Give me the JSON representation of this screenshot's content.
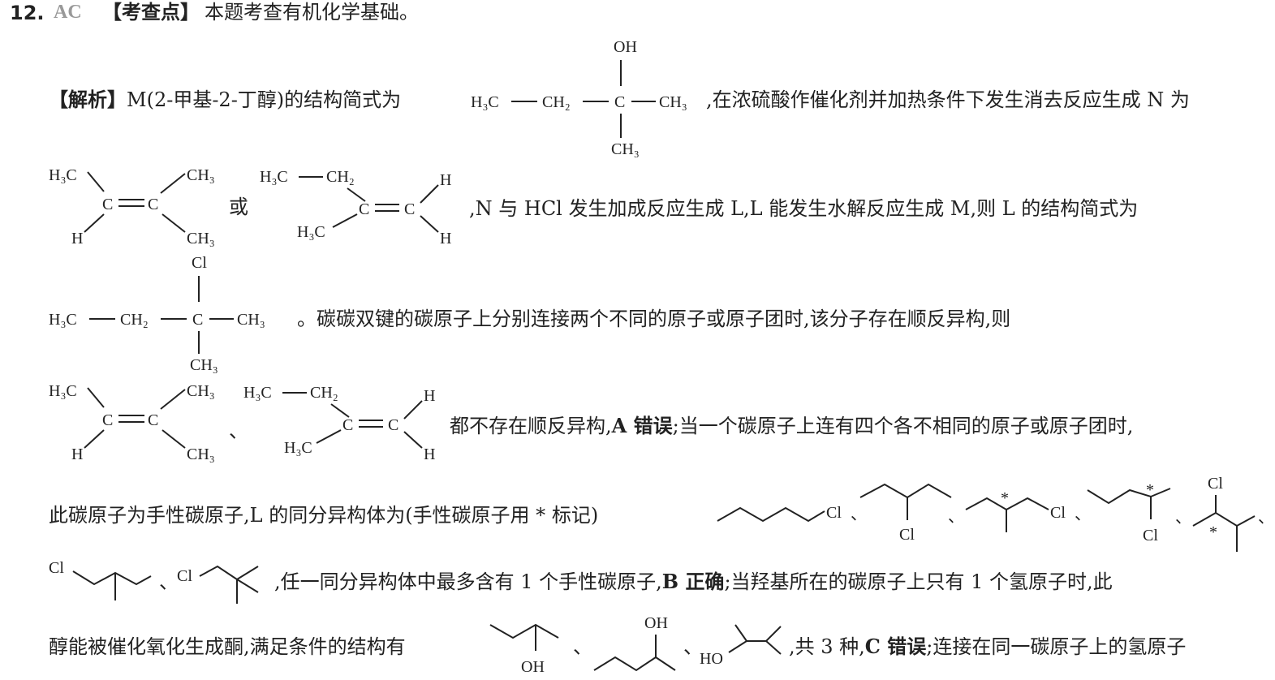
{
  "header": {
    "question_number": "12.",
    "answer": "AC",
    "kaochadian_label": "【考查点】",
    "kaochadian_text": "本题考查有机化学基础。"
  },
  "paragraph": {
    "jiexi_label": "【解析】",
    "line1_pre": "M(2-甲基-2-丁醇)的结构简式为",
    "line1_post": ",在浓硫酸作催化剂并加热条件下发生消去反应生成 N 为",
    "or_text": "或",
    "line2_post": ",N 与 HCl 发生加成反应生成 L,L 能发生水解反应生成 M,则 L 的结构简式为",
    "line3_post": "。碳碳双键的碳原子上分别连接两个不同的原子或原子团时,该分子存在顺反异构,则",
    "dun1": "、",
    "line4_a": "都不存在顺反异构,",
    "line4_a_bold": "A 错误",
    "line4_b": ";当一个碳原子上连有四个各不相同的原子或原子团时,",
    "line5_pre": "此碳原子为手性碳原子,L 的同分异构体为(手性碳原子用 * 标记)",
    "line6_post_a": ",任一同分异构体中最多含有 1 个手性碳原子,",
    "line6_bold": "B 正确",
    "line6_post_b": ";当羟基所在的碳原子上只有 1 个氢原子时,此",
    "line7_pre": "醇能被催化氧化生成酮,满足条件的结构有",
    "line7_post_a": ",共 3 种,",
    "line7_bold": "C 错误",
    "line7_post_b": ";连接在同一碳原子上的氢原子"
  },
  "chem": {
    "OH": "OH",
    "H3C": "H₃C",
    "CH2": "CH₂",
    "CH3": "CH₃",
    "C": "C",
    "H": "H",
    "Cl": "Cl",
    "HO": "HO",
    "star": "*",
    "comma_dun": "、"
  }
}
